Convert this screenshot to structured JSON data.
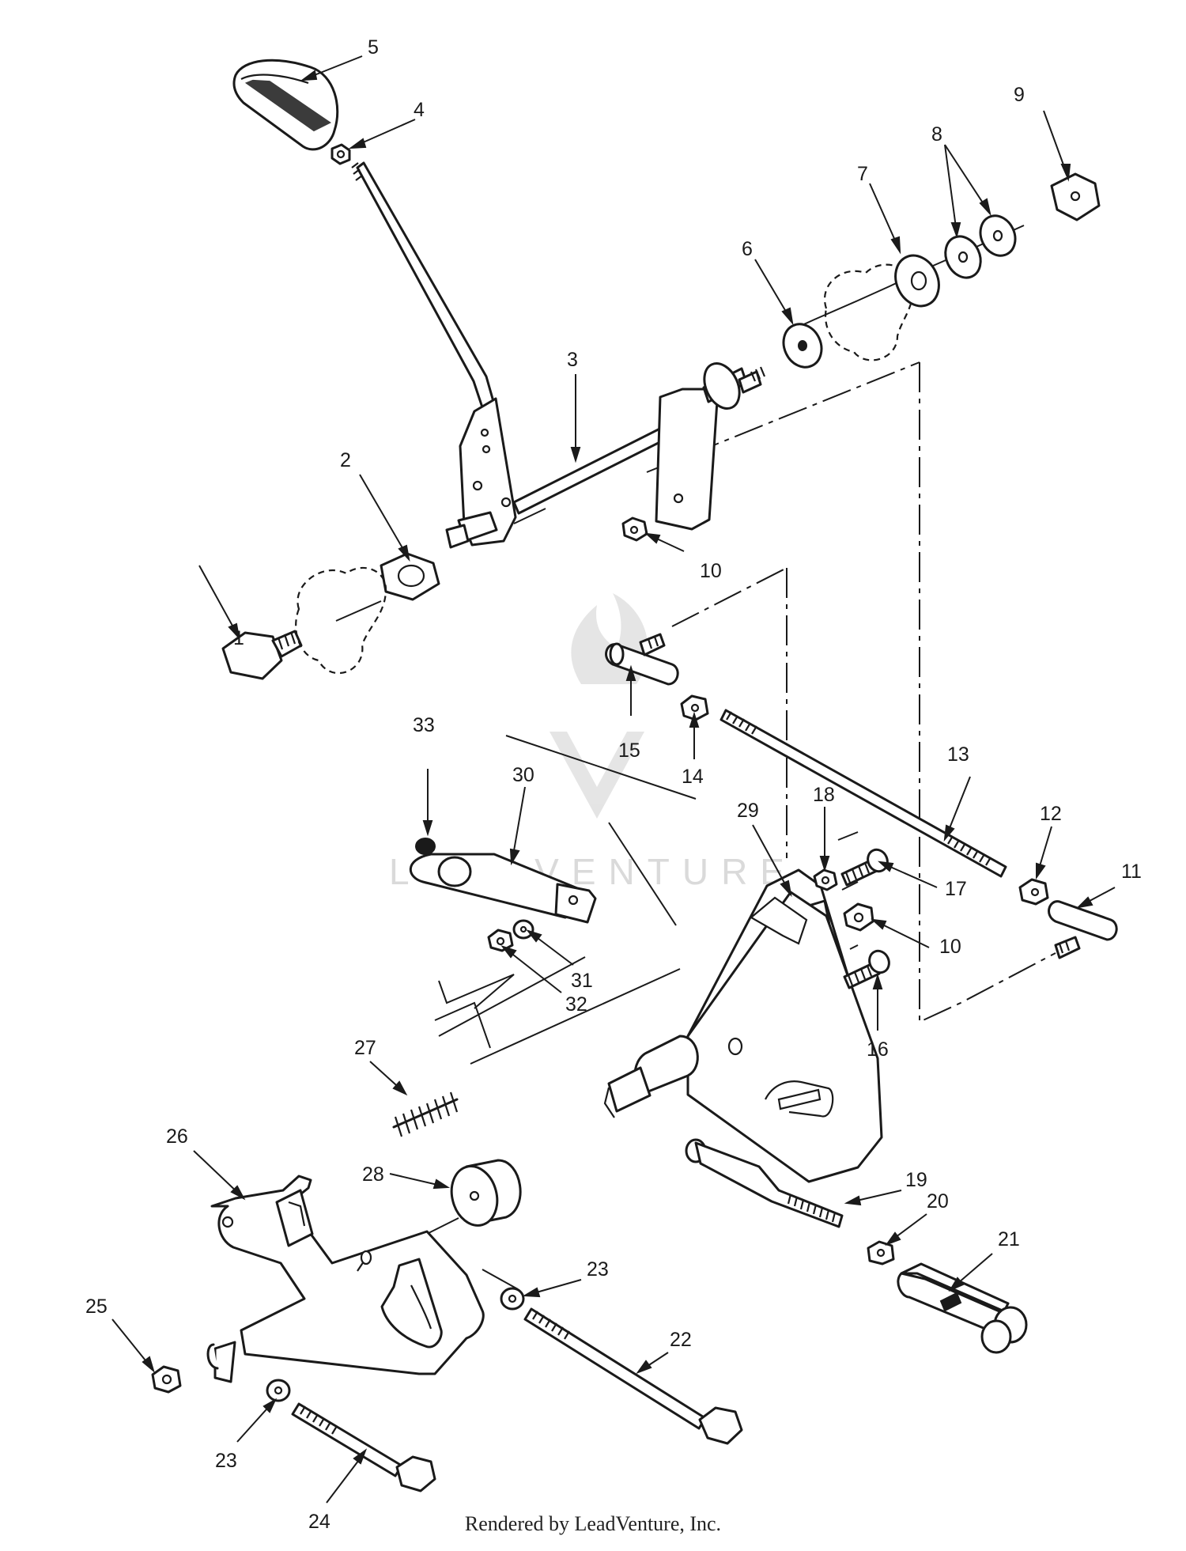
{
  "callouts": [
    {
      "id": "1",
      "label": "1"
    },
    {
      "id": "2",
      "label": "2"
    },
    {
      "id": "3",
      "label": "3"
    },
    {
      "id": "4",
      "label": "4"
    },
    {
      "id": "5",
      "label": "5"
    },
    {
      "id": "6",
      "label": "6"
    },
    {
      "id": "7",
      "label": "7"
    },
    {
      "id": "8",
      "label": "8"
    },
    {
      "id": "9",
      "label": "9"
    },
    {
      "id": "10a",
      "label": "10"
    },
    {
      "id": "10b",
      "label": "10"
    },
    {
      "id": "11",
      "label": "11"
    },
    {
      "id": "12",
      "label": "12"
    },
    {
      "id": "13",
      "label": "13"
    },
    {
      "id": "14",
      "label": "14"
    },
    {
      "id": "15",
      "label": "15"
    },
    {
      "id": "16",
      "label": "16"
    },
    {
      "id": "17",
      "label": "17"
    },
    {
      "id": "18",
      "label": "18"
    },
    {
      "id": "19",
      "label": "19"
    },
    {
      "id": "20",
      "label": "20"
    },
    {
      "id": "21",
      "label": "21"
    },
    {
      "id": "22",
      "label": "22"
    },
    {
      "id": "23a",
      "label": "23"
    },
    {
      "id": "23b",
      "label": "23"
    },
    {
      "id": "24",
      "label": "24"
    },
    {
      "id": "25",
      "label": "25"
    },
    {
      "id": "26",
      "label": "26"
    },
    {
      "id": "27",
      "label": "27"
    },
    {
      "id": "28",
      "label": "28"
    },
    {
      "id": "29",
      "label": "29"
    },
    {
      "id": "30",
      "label": "30"
    },
    {
      "id": "31",
      "label": "31"
    },
    {
      "id": "32",
      "label": "32"
    },
    {
      "id": "33",
      "label": "33"
    }
  ],
  "watermark": "LEADVENTURE",
  "credit": "Rendered by LeadVenture, Inc."
}
